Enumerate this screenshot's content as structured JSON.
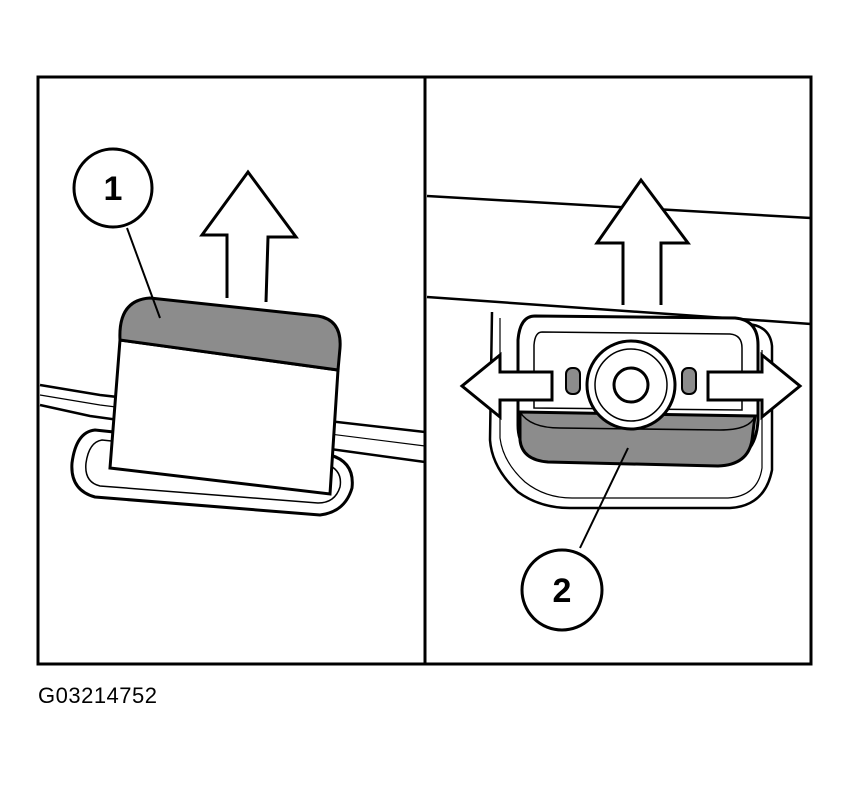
{
  "figure": {
    "id_label": "G03214752",
    "panels": [
      {
        "callout": "1"
      },
      {
        "callout": "2"
      }
    ]
  },
  "colors": {
    "line": "#000000",
    "background": "#ffffff",
    "shaded_part": "#8c8c8c",
    "light_fill": "#ffffff"
  },
  "icons": [
    "arrow-up-icon",
    "arrow-left-right-icon",
    "callout-circle-icon"
  ]
}
